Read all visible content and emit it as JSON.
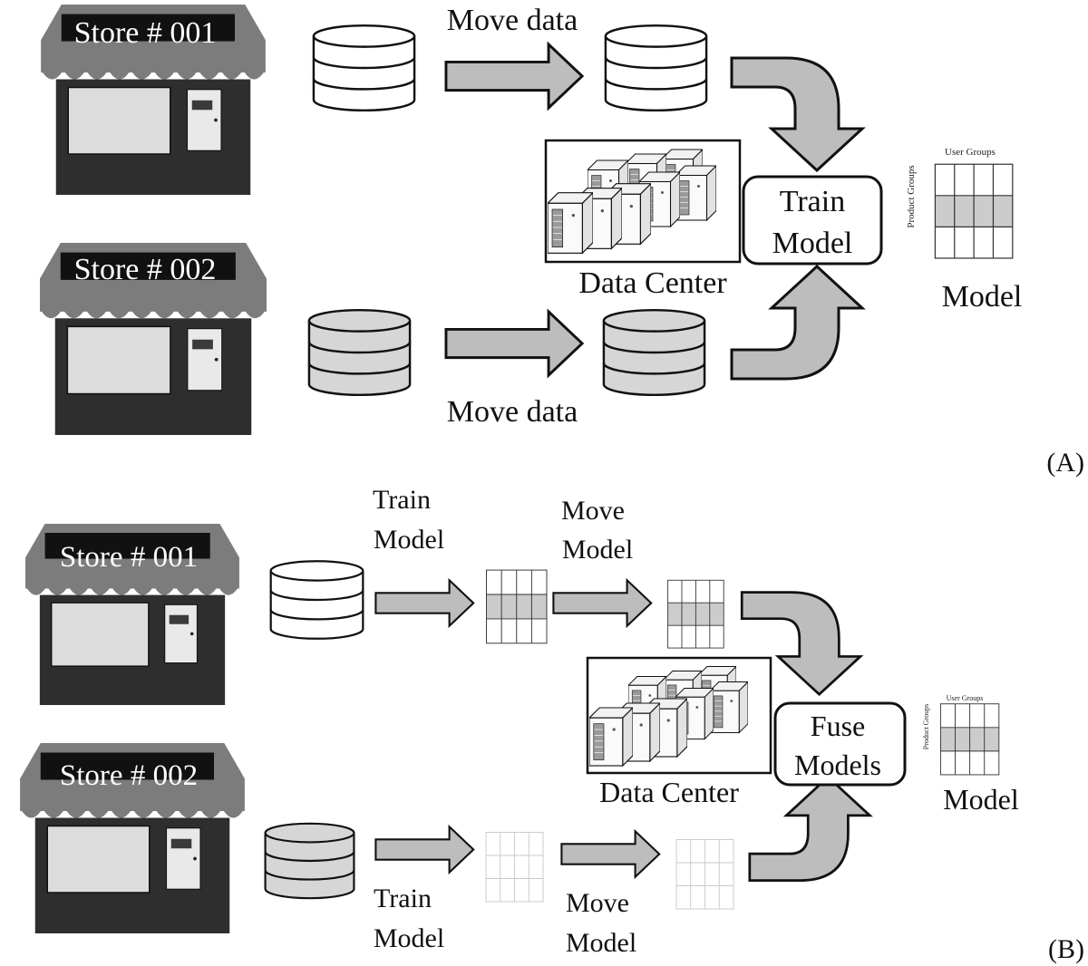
{
  "colors": {
    "roof": "#7c7c7c",
    "building": "#2e2e2e",
    "window": "#dcdcdc",
    "door": "#e9e9e9",
    "arrow": "#bdbdbd",
    "db_light": "#ffffff",
    "db_gray": "#d6d6d6",
    "grid_highlight": "#cccccc"
  },
  "panel_a": {
    "label": "(A)",
    "stores": [
      "Store # 001",
      "Store # 002"
    ],
    "move_data_top": "Move data",
    "move_data_bottom": "Move data",
    "data_center": "Data Center",
    "train_model": [
      "Train",
      "Model"
    ],
    "model_label": "Model",
    "grid_x_label": "User Groups",
    "grid_y_label": "Product Groups"
  },
  "panel_b": {
    "label": "(B)",
    "stores": [
      "Store # 001",
      "Store # 002"
    ],
    "train_model_top": [
      "Train",
      "Model"
    ],
    "move_model_top": [
      "Move",
      "Model"
    ],
    "train_model_bottom": [
      "Train",
      "Model"
    ],
    "move_model_bottom": [
      "Move",
      "Model"
    ],
    "data_center": "Data Center",
    "fuse_models": [
      "Fuse",
      "Models"
    ],
    "model_label": "Model",
    "grid_x_label": "User Groups",
    "grid_y_label": "Product Groups"
  }
}
